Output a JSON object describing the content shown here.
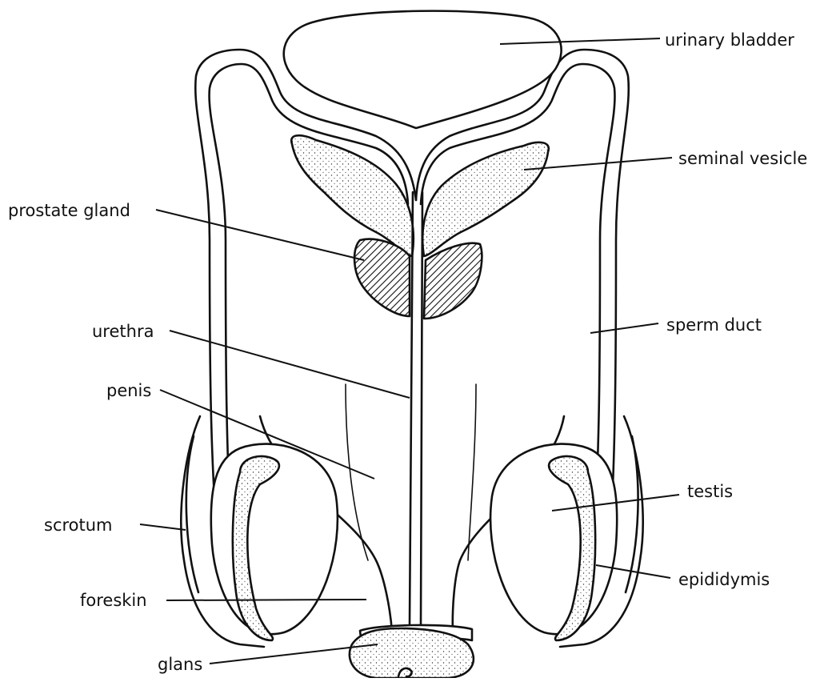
{
  "labels": {
    "urinary_bladder": "urinary bladder",
    "seminal_vesicle": "seminal vesicle",
    "prostate_gland": "prostate gland",
    "sperm_duct": "sperm duct",
    "urethra": "urethra",
    "penis": "penis",
    "testis": "testis",
    "scrotum": "scrotum",
    "epididymis": "epididymis",
    "foreskin": "foreskin",
    "glans": "glans"
  },
  "colors": {
    "ink": "#111111",
    "background": "#ffffff"
  }
}
